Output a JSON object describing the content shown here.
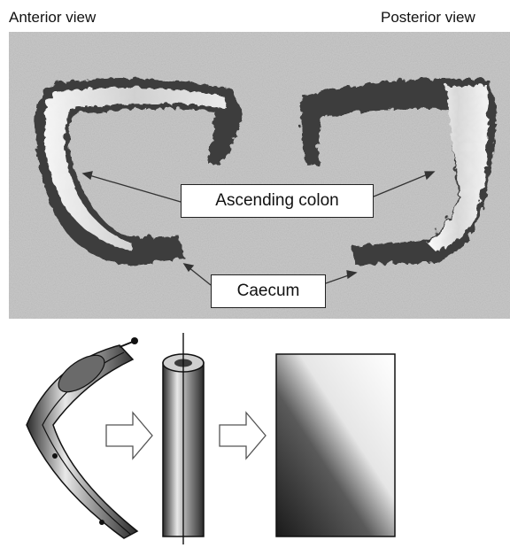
{
  "views": {
    "anterior": "Anterior view",
    "posterior": "Posterior view"
  },
  "labels": {
    "ascending_colon": "Ascending colon",
    "caecum": "Caecum"
  },
  "colors": {
    "background": "#ffffff",
    "scan_background": "#c8c8c8",
    "tissue_dark": "#3a3a3a",
    "tissue_light": "#f2f2f2",
    "outline": "#222222"
  },
  "icons": [
    "bent-colon-segment-icon",
    "arrow-right-icon",
    "straightened-cylinder-icon",
    "arrow-right-icon",
    "unfolded-surface-map-icon"
  ]
}
